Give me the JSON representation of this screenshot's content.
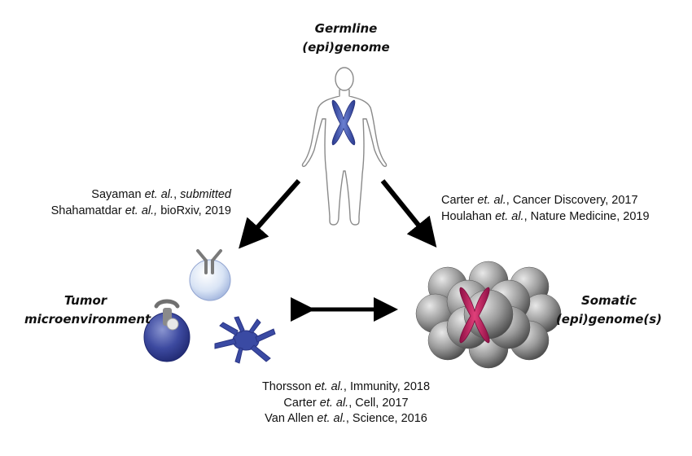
{
  "nodes": {
    "germline": {
      "line1": "Germline",
      "line2": "(epi)genome"
    },
    "tumor": {
      "line1": "Tumor",
      "line2": "microenvironment"
    },
    "somatic": {
      "line1": "Somatic",
      "line2": "(epi)genome(s)"
    }
  },
  "references": {
    "left": [
      {
        "author": "Sayaman",
        "etal": "et. al.",
        "sep": ", ",
        "source": "submitted",
        "source_italic": true
      },
      {
        "author": "Shahamatdar",
        "etal": "et. al.,",
        "sep": " ",
        "source": "bioRxiv, 2019",
        "source_italic": false
      }
    ],
    "right": [
      {
        "author": "Carter",
        "etal": "et. al.",
        "sep": ", ",
        "source": "Cancer Discovery, 2017",
        "source_italic": false
      },
      {
        "author": "Houlahan",
        "etal": "et. al.",
        "sep": ", ",
        "source": "Nature Medicine, 2019",
        "source_italic": false
      }
    ],
    "bottom": [
      {
        "author": "Thorsson",
        "etal": "et. al.",
        "sep": ", ",
        "source": "Immunity, 2018",
        "source_italic": false
      },
      {
        "author": "Carter",
        "etal": "et. al.",
        "sep": ", ",
        "source": "Cell, 2017",
        "source_italic": false
      },
      {
        "author": "Van Allen",
        "etal": "et. al.",
        "sep": ", ",
        "source": "Science, 2016",
        "source_italic": false
      }
    ]
  },
  "colors": {
    "chromosome_blue": "#3d4fa0",
    "chromosome_magenta": "#c2185b",
    "arrow": "#000000",
    "cell_blue": "#2e3a8c",
    "cell_light": "#c9d8f0"
  },
  "icons": {
    "germline": "human-body-outline-icon",
    "tumor": "immune-cells-icon",
    "somatic": "tumor-cell-cluster-icon"
  }
}
